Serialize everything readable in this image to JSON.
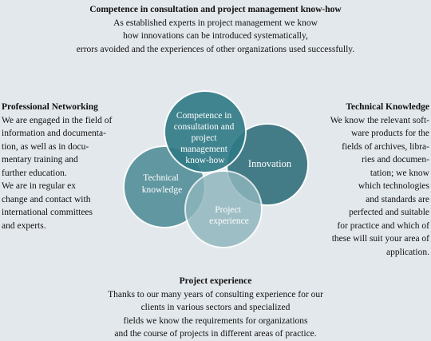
{
  "top": {
    "title": "Competence in consultation and project management know-how",
    "text": "As established experts in project management we know\nhow innovations can be introduced systematically,\nerrors avoided and the experiences of other organizations used successfully."
  },
  "left": {
    "title": "Professional Networking",
    "text": "We are engaged in the field of\ninformation and documenta-\ntion, as well as in docu-\nmentary training and\nfurther education.\nWe are in regular ex\nchange and contact with\ninternational committees\nand experts."
  },
  "right": {
    "title": "Technical Knowledge",
    "text": "We know the relevant soft-\nware products for the\nfields of archives, libra-\nries and documen-\ntation; we know\nwhich technologies\nand standards are\nperfected and suitable\nfor practice and which of\nthese will suit your area of\napplication."
  },
  "bottom": {
    "title": "Project experience",
    "text": "Thanks to our many years of consulting experience for our\nclients in various sectors and specialized\nfields we know the requirements for organizations\nand the course of projects in different areas of practice."
  },
  "circles": {
    "competence": {
      "lines": [
        "Competence in",
        "consultation and",
        "project",
        "management",
        "know-how"
      ],
      "color": "#2f7a86"
    },
    "innovation": {
      "lines": [
        "Innovation"
      ],
      "color": "#2d6d78"
    },
    "technical": {
      "lines": [
        "Technical",
        "knowledge"
      ],
      "color": "#4a8a95"
    },
    "project": {
      "lines": [
        "Project",
        "experience"
      ],
      "color": "#8fb6bd"
    }
  },
  "colors": {
    "background": "#e3e8ec"
  }
}
